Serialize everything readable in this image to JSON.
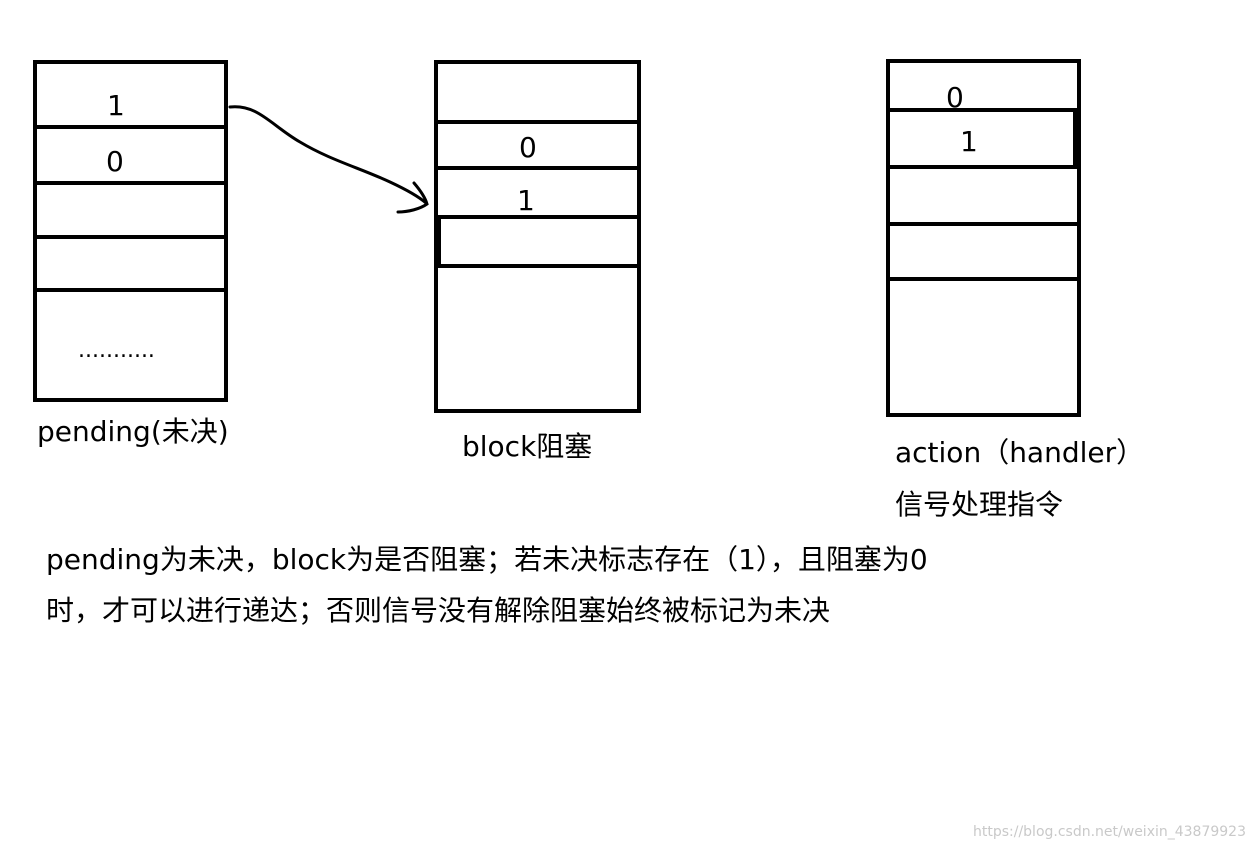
{
  "pending": {
    "cells": [
      "1",
      "0",
      "",
      ""
    ],
    "ellipsis": "...........",
    "label": "pending(未决)"
  },
  "block": {
    "cells": [
      "",
      "0",
      "1",
      ""
    ],
    "label": "block阻塞"
  },
  "action": {
    "cells": [
      "0",
      "1",
      "",
      ""
    ],
    "label": "action（handler）",
    "sublabel": "信号处理指令"
  },
  "notes": [
    "pending为未决，block为是否阻塞；若未决标志存在（1），且阻塞为0",
    "时，才可以进行递达；否则信号没有解除阻塞始终被标记为未决"
  ],
  "watermark": "https://blog.csdn.net/weixin_43879923"
}
